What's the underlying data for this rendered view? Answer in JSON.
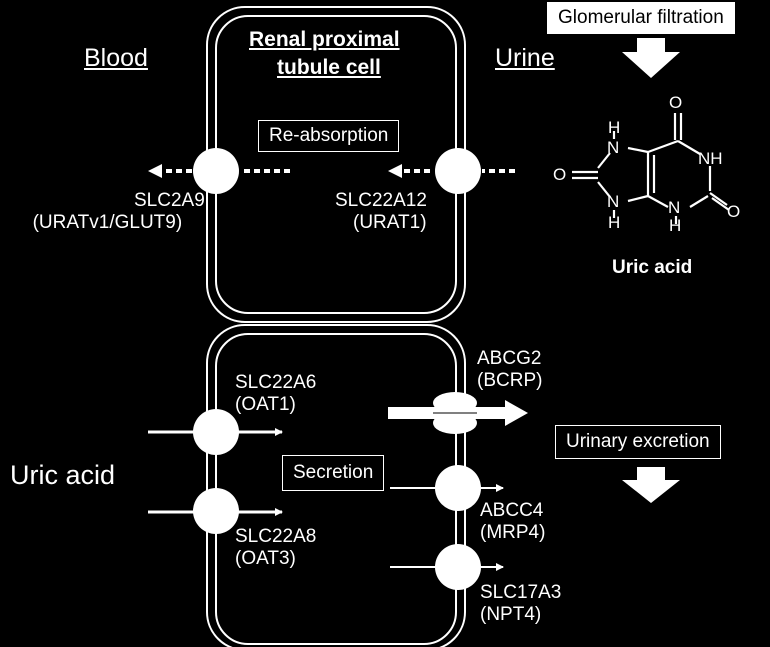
{
  "labels": {
    "blood": "Blood",
    "urine": "Urine",
    "cell_title_1": "Renal proximal",
    "cell_title_2": "tubule cell",
    "glomerular_filtration": "Glomerular filtration",
    "reabsorption": "Re-absorption",
    "secretion": "Secretion",
    "urinary_excretion": "Urinary excretion",
    "uric_acid_left": "Uric acid",
    "uric_acid_structure": "Uric acid"
  },
  "transporters": {
    "slc2a9": [
      "SLC2A9",
      "(URATv1/GLUT9)"
    ],
    "slc22a12": [
      "SLC22A12",
      "(URAT1)"
    ],
    "slc22a6": [
      "SLC22A6",
      "(OAT1)"
    ],
    "slc22a8": [
      "SLC22A8",
      "(OAT3)"
    ],
    "abcg2": [
      "ABCG2",
      "(BCRP)"
    ],
    "abcc4": [
      "ABCC4",
      "(MRP4)"
    ],
    "slc17a3": [
      "SLC17A3",
      "(NPT4)"
    ]
  },
  "molecule": {
    "h_top": "H",
    "n_top": "N",
    "o_top": "O",
    "nh_right": "NH",
    "o_left": "O",
    "o_right": "O",
    "n_bottom_left": "N",
    "h_bottom_left": "H",
    "n_bottom_mid": "N",
    "h_bottom_mid": "H"
  }
}
